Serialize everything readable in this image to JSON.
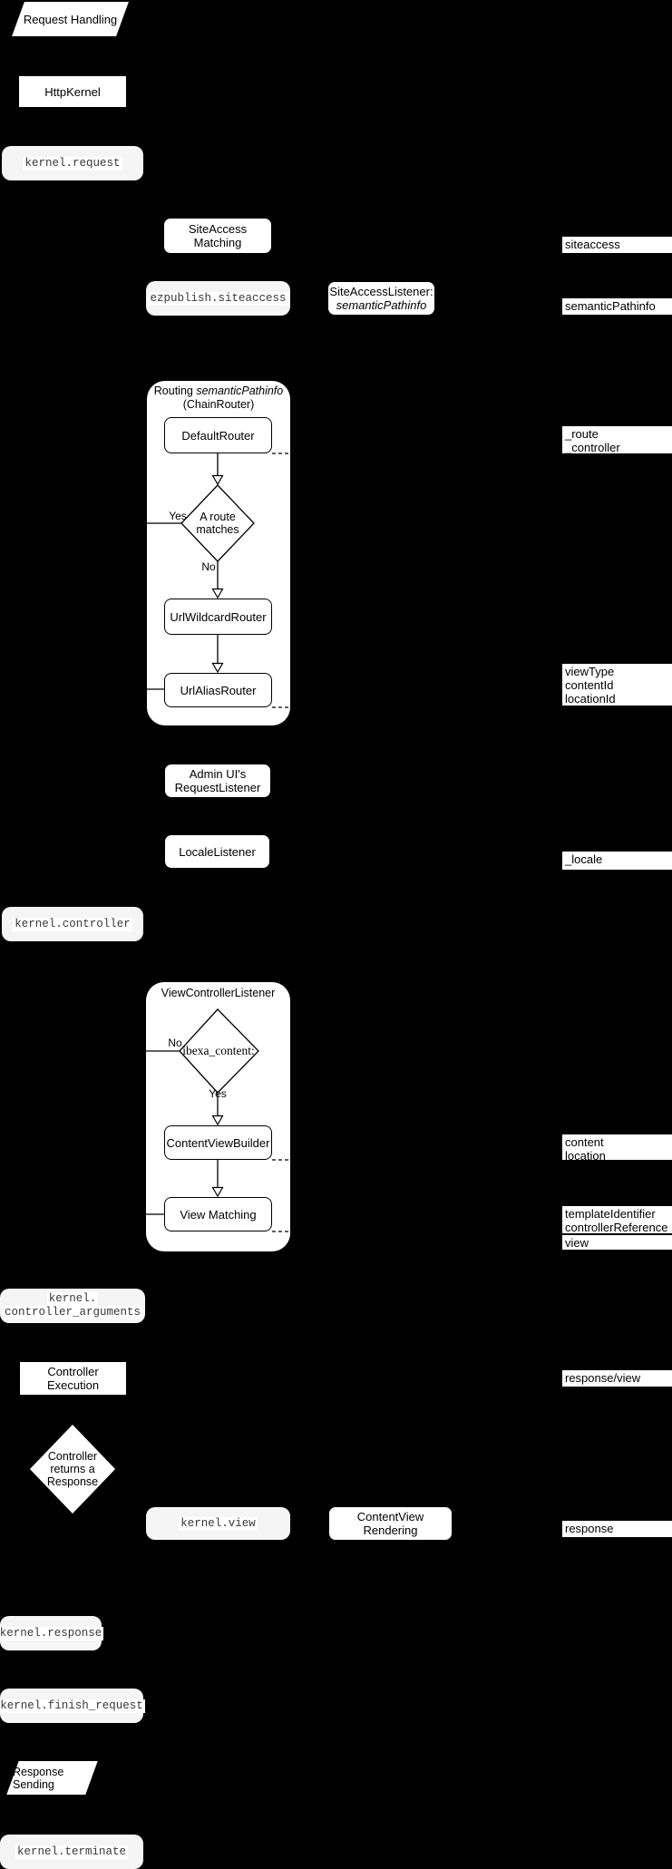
{
  "diagram_title": "Request Handling",
  "colors": {
    "background": "#000000",
    "node_fill": "#ffffff",
    "event_fill": "#f5f5f5",
    "stroke": "#000000",
    "event_text": "#383838"
  },
  "nodes": {
    "request_handling": "Request Handling",
    "http_kernel": "HttpKernel",
    "kernel_request": "kernel.request",
    "siteaccess_matching": "SiteAccess Matching",
    "ezpublish_siteaccess": "ezpublish.siteaccess",
    "siteaccess_listener": {
      "line1": "SiteAccessListener:",
      "line2": "semanticPathinfo"
    },
    "routing": {
      "title_prefix": "Routing",
      "title_italic": "semanticPathinfo",
      "title_line2": "(ChainRouter)"
    },
    "default_router": "DefaultRouter",
    "route_matches": {
      "line1": "A route",
      "line2": "matches",
      "yes": "Yes",
      "no": "No"
    },
    "url_wildcard_router": "UrlWildcardRouter",
    "url_alias_router": "UrlAliasRouter",
    "admin_ui": {
      "line1": "Admin UI's",
      "line2": "RequestListener"
    },
    "locale_listener": "LocaleListener",
    "kernel_controller": "kernel.controller",
    "view_controller_listener": {
      "title": "ViewControllerListener",
      "condition": "ibexa_content:",
      "yes": "Yes",
      "no": "No"
    },
    "content_view_builder": "ContentViewBuilder",
    "view_matching": "View Matching",
    "kernel_controller_arguments": {
      "line1": "kernel.",
      "line2": "controller_arguments"
    },
    "controller_execution": "Controller Execution",
    "controller_returns": {
      "line1": "Controller",
      "line2": "returns a",
      "line3": "Response"
    },
    "kernel_view": "kernel.view",
    "contentview_rendering": "ContentView Rendering",
    "kernel_response": "kernel.response",
    "kernel_finish_request": "kernel.finish_request",
    "response_sending": "Response Sending",
    "kernel_terminate": "kernel.terminate"
  },
  "side_labels": [
    {
      "lines": [
        "siteaccess"
      ]
    },
    {
      "lines": [
        "semanticPathinfo"
      ]
    },
    {
      "lines": [
        "_route",
        "_controller"
      ]
    },
    {
      "lines": [
        "viewType",
        "contentId",
        "locationId"
      ]
    },
    {
      "lines": [
        "_locale"
      ]
    },
    {
      "lines": [
        "content",
        "location"
      ]
    },
    {
      "lines": [
        "templateIdentifier",
        "controllerReference"
      ]
    },
    {
      "lines": [
        "view"
      ]
    },
    {
      "lines": [
        "response/view"
      ]
    },
    {
      "lines": [
        "response"
      ]
    }
  ]
}
